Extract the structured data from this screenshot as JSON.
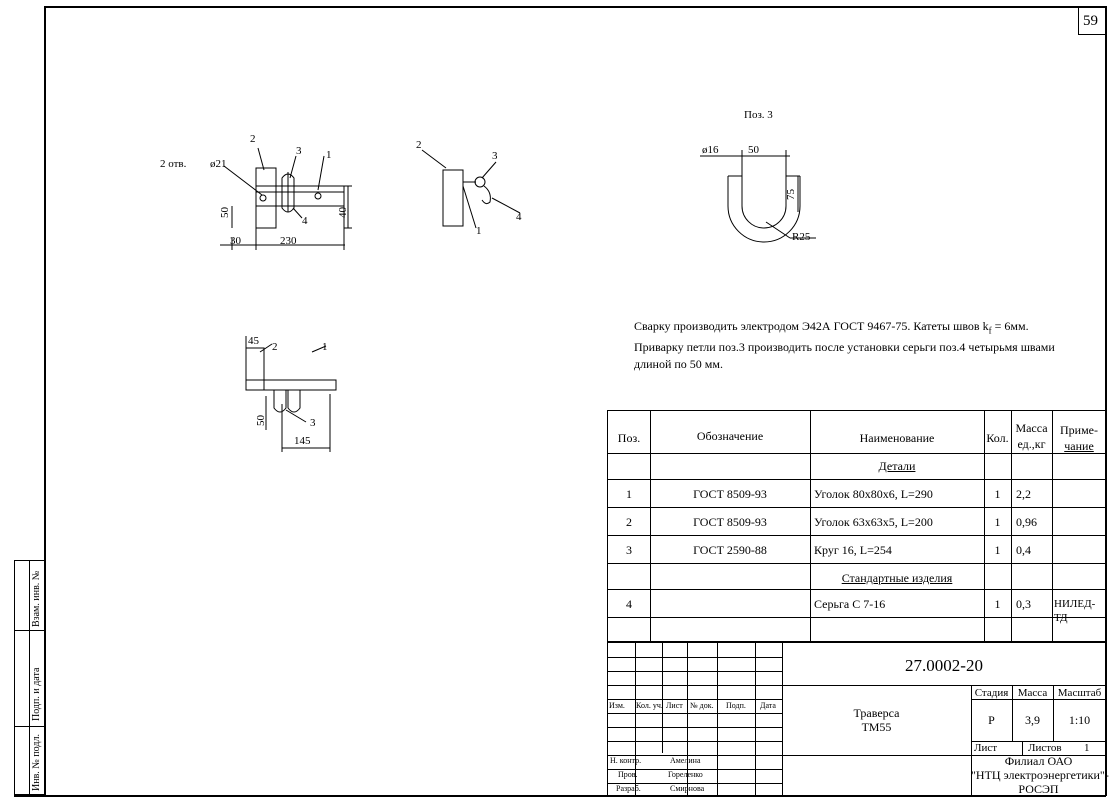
{
  "sheet": {
    "page_no": "59"
  },
  "drawings": {
    "view1": {
      "holes": "2 отв.",
      "hole_dia": "ø21",
      "pos1": "1",
      "pos2": "2",
      "pos3": "3",
      "pos4": "4",
      "dim_50": "50",
      "dim_40": "40",
      "dim_30": "30",
      "dim_230": "230"
    },
    "view2": {
      "pos1": "1",
      "pos2": "2",
      "pos3": "3",
      "pos4": "4"
    },
    "view3": {
      "pos1": "1",
      "pos2": "2",
      "pos3": "3",
      "dim_45": "45",
      "dim_50": "50",
      "dim_145": "145"
    },
    "detail": {
      "title": "Поз. 3",
      "dia": "ø16",
      "dim_50": "50",
      "dim_75": "75",
      "radius": "R25"
    }
  },
  "notes": [
    "Сварку производить электродом Э42А ГОСТ 9467-75.  Катеты швов k",
    "f",
    " = 6мм.",
    "Приварку петли поз.3 производить после установки серьги поз.4 четырьмя швами",
    "длиной по 50 мм."
  ],
  "spec": {
    "headers": {
      "pos": "Поз.",
      "designation": "Обозначение",
      "name": "Наименование",
      "qty": "Кол.",
      "mass_a": "Масса",
      "mass_b": "ед.,кг",
      "note_a": "Приме-",
      "note_b": "чание"
    },
    "section_parts": "Детали",
    "section_std": "Стандартные изделия",
    "rows": [
      {
        "pos": "1",
        "designation": "ГОСТ 8509-93",
        "name": "Уголок 80х80х6, L=290",
        "qty": "1",
        "mass": "2,2",
        "note": ""
      },
      {
        "pos": "2",
        "designation": "ГОСТ 8509-93",
        "name": "Уголок 63х63х5,  L=200",
        "qty": "1",
        "mass": "0,96",
        "note": ""
      },
      {
        "pos": "3",
        "designation": "ГОСТ 2590-88",
        "name": "Круг 16, L=254",
        "qty": "1",
        "mass": "0,4",
        "note": ""
      },
      {
        "pos": "4",
        "designation": "",
        "name": "Серьга С 7-16",
        "qty": "1",
        "mass": "0,3",
        "note": "НИЛЕД-ТД"
      }
    ]
  },
  "title_block": {
    "code": "27.0002-20",
    "name_line1": "Траверса",
    "name_line2": "ТМ55",
    "stage_label": "Стадия",
    "mass_label": "Масса",
    "scale_label": "Масштаб",
    "stage": "Р",
    "mass": "3,9",
    "scale": "1:10",
    "sheet_label": "Лист",
    "sheets_label": "Листов",
    "sheets": "1",
    "org_line1": "Филиал ОАО",
    "org_line2": "\"НТЦ электроэнергетики\"-",
    "org_line3": "РОСЭП",
    "cols": {
      "izm": "Изм.",
      "kol": "Кол. уч.",
      "list": "Лист",
      "ndoc": "№ док.",
      "podp": "Подп.",
      "data": "Дата"
    },
    "people": [
      {
        "role": "Н. контр.",
        "name": "Амелина"
      },
      {
        "role": "Пров.",
        "name": "Гореленко"
      },
      {
        "role": "Разраб.",
        "name": "Смирнова"
      }
    ]
  },
  "side_stamp": {
    "inv_vzam": "Взам. инв. №",
    "podp_data": "Подп. и дата",
    "inv_podl": "Инв. № подл."
  }
}
